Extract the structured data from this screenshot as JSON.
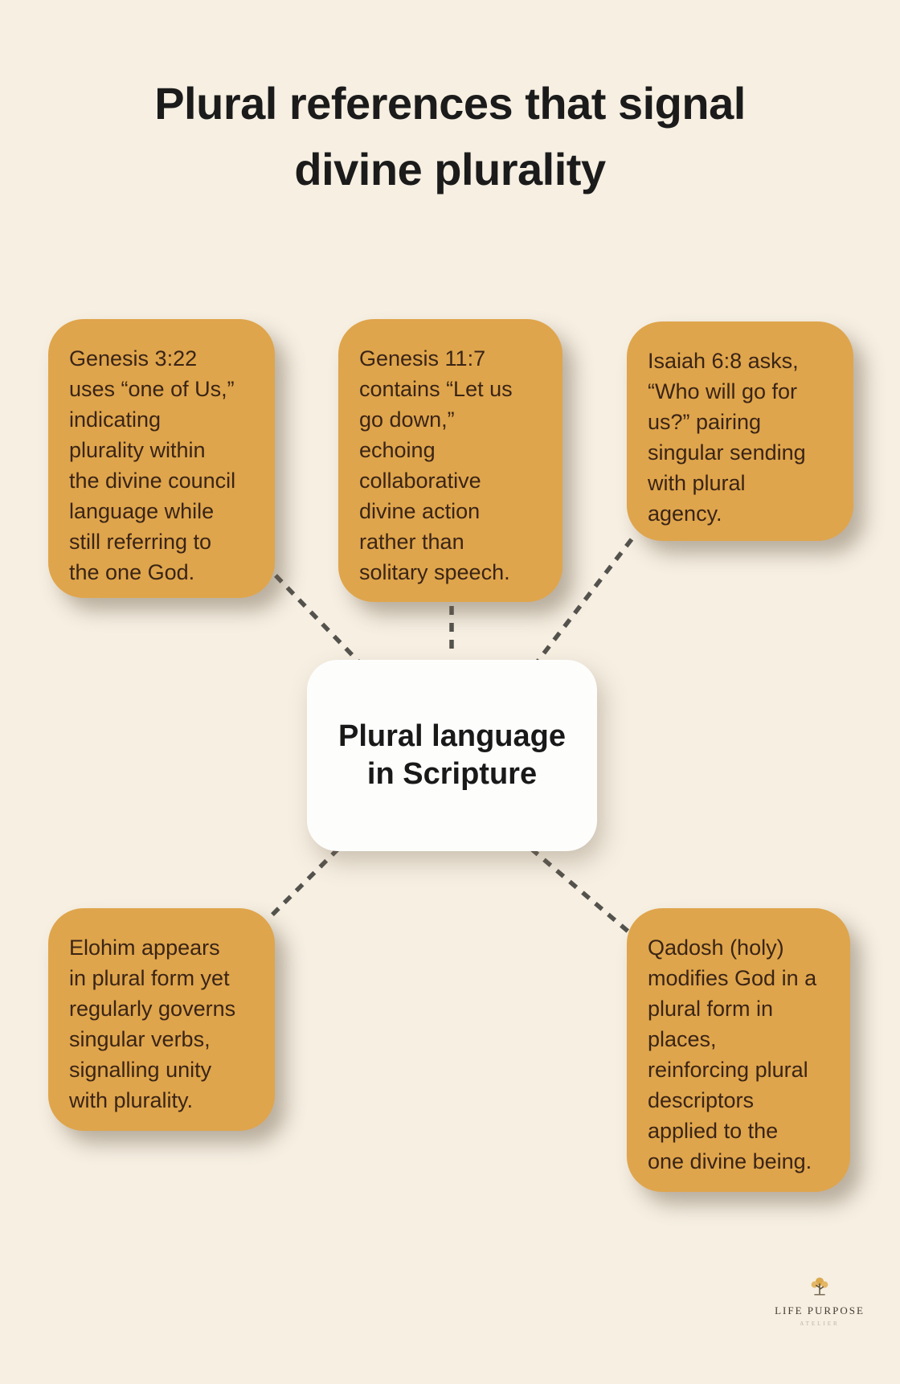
{
  "title": {
    "lines": [
      "Plural references that signal",
      "divine plurality"
    ]
  },
  "center_node": {
    "lines": [
      "Plural language",
      "in Scripture"
    ]
  },
  "cards": [
    {
      "id": "genesis-3-22",
      "lines": [
        "Genesis 3:22",
        "uses “one of Us,”",
        "indicating",
        "plurality within",
        "the divine council",
        "language while",
        "still referring to",
        "the one God."
      ]
    },
    {
      "id": "genesis-11-7",
      "lines": [
        "Genesis 11:7",
        "contains “Let us",
        "go down,”",
        "echoing",
        "collaborative",
        "divine action",
        "rather than",
        "solitary speech."
      ]
    },
    {
      "id": "isaiah-6-8",
      "lines": [
        "Isaiah 6:8 asks,",
        "“Who will go for",
        "us?” pairing",
        "singular sending",
        "with plural",
        "agency."
      ]
    },
    {
      "id": "elohim",
      "lines": [
        "Elohim appears",
        "in plural form yet",
        "regularly governs",
        "singular verbs,",
        "signalling unity",
        "with plurality."
      ]
    },
    {
      "id": "qadosh",
      "lines": [
        "Qadosh (holy)",
        "modifies God in a",
        "plural form in",
        "places,",
        "reinforcing plural",
        "descriptors",
        "applied to the",
        "one divine being."
      ]
    }
  ],
  "logo": {
    "name": "LIFE PURPOSE",
    "tagline": "ATELIER",
    "icon": "tree-icon"
  },
  "colors": {
    "background": "#f6efe2",
    "card": "#dfa54c",
    "card_text": "#3a2415",
    "center_background": "#fdfdfc",
    "center_text": "#191919",
    "title_text": "#1b1b1b",
    "connector": "#54524d",
    "logo_gold": "#dcaa4e"
  }
}
